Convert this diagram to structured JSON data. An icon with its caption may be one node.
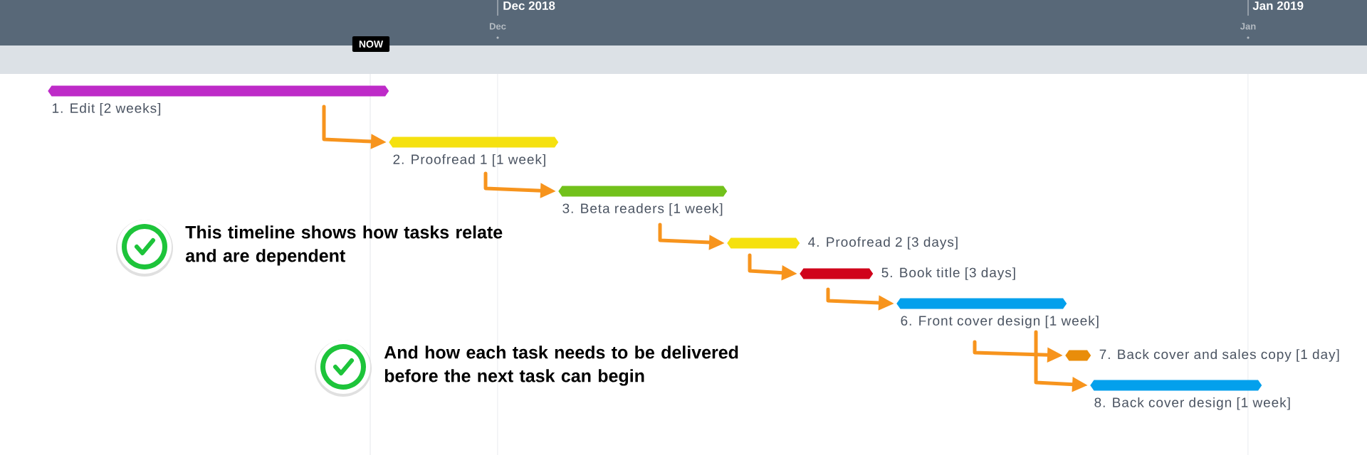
{
  "diagram": {
    "nodes": [
      {
        "text": [
          "1. Edit [2 weeks]"
        ]
      },
      {
        "text": [
          "2. Proofread 1 [1 week]"
        ]
      },
      {
        "text": [
          "3. Beta readers [1 week]"
        ]
      },
      {
        "text": [
          "4. Proofread 2 [3 days]"
        ]
      },
      {
        "text": [
          "5. Book title [3 days]"
        ]
      },
      {
        "text": [
          "6. Front cover design [1 week]"
        ]
      },
      {
        "text": [
          "7. Back cover and sales copy [1 day]"
        ]
      },
      {
        "text": [
          "8. Back cover design [1 week]"
        ]
      }
    ],
    "edges": [
      {
        "from": 0,
        "to": 1,
        "arrow": "to"
      },
      {
        "from": 1,
        "to": 2,
        "arrow": "to"
      },
      {
        "from": 2,
        "to": 3,
        "arrow": "to"
      },
      {
        "from": 3,
        "to": 4,
        "arrow": "to"
      },
      {
        "from": 4,
        "to": 5,
        "arrow": "to"
      },
      {
        "from": 5,
        "to": 6,
        "arrow": "to"
      },
      {
        "from": 5,
        "to": 7,
        "arrow": "to"
      }
    ],
    "labels": [
      "Dec 2018",
      "Jan 2019",
      "Dec",
      "Jan",
      "NOW",
      "This timeline shows how tasks relate and are dependent",
      "And how each task needs to be delivered before the next task can begin"
    ]
  }
}
